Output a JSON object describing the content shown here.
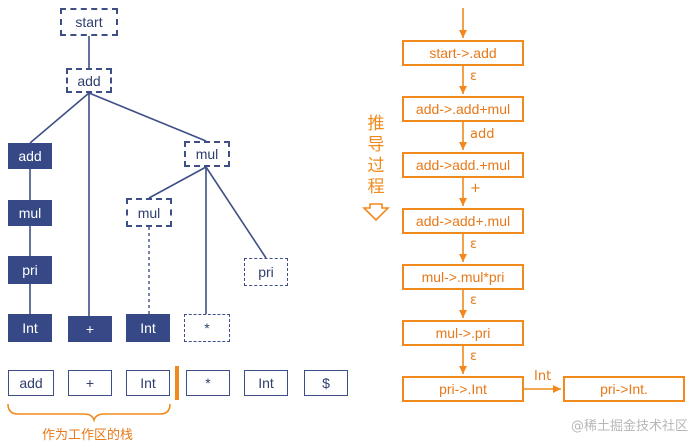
{
  "tree": {
    "root": "start",
    "add_top": "add",
    "add_left": "add",
    "mul_right": "mul",
    "mul_left": "mul",
    "mul_mid": "mul",
    "pri_left": "pri",
    "pri_right": "pri",
    "int_left": "Int",
    "plus_leaf": "+",
    "int_mid": "Int",
    "star_leaf": "*"
  },
  "stack": {
    "cells": [
      "add",
      "+",
      "Int",
      "*",
      "Int",
      "$"
    ],
    "caption": "作为工作区的栈"
  },
  "derivation": {
    "vertical_label": [
      "推",
      "导",
      "过",
      "程"
    ],
    "steps": [
      "start->.add",
      "add->.add+mul",
      "add->add.+mul",
      "add->add+.mul",
      "mul->.mul*pri",
      "mul->.pri",
      "pri->.Int",
      "pri->Int."
    ],
    "edge_labels": [
      "ε",
      "add",
      "+",
      "ε",
      "ε",
      "ε",
      "Int"
    ]
  },
  "watermark": "@稀土掘金技术社区",
  "colors": {
    "tree": "#364986",
    "derivation": "#f08a1c"
  }
}
